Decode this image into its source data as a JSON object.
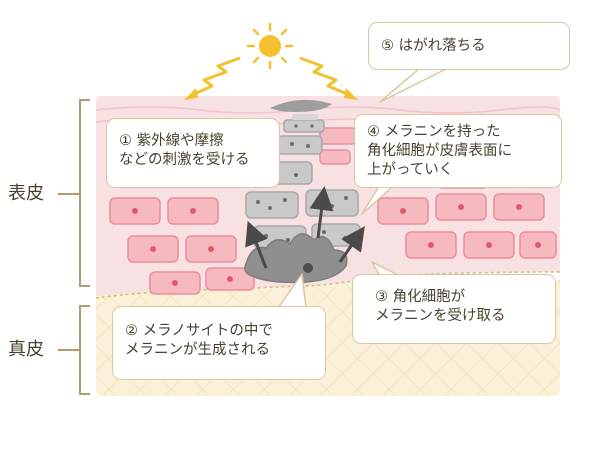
{
  "layers": {
    "epidermis": "表皮",
    "dermis": "真皮"
  },
  "steps": [
    {
      "lines": [
        "① 紫外線や摩擦",
        "などの刺激を受ける"
      ]
    },
    {
      "lines": [
        "② メラノサイトの中で",
        "メラニンが生成される"
      ]
    },
    {
      "lines": [
        "③ 角化細胞が",
        "メラニンを受け取る"
      ]
    },
    {
      "lines": [
        "④ メラニンを持った",
        "角化細胞が皮膚表面に",
        "上がっていく"
      ]
    },
    {
      "lines": [
        "⑤ はがれ落ちる"
      ]
    }
  ],
  "icons": {
    "sun": "sun-icon",
    "rays": "uv-ray-icon",
    "arrows": "upward-arrow-icon"
  },
  "colors": {
    "skin_surface": "#f7dde0",
    "cell_fill": "#f7b9c0",
    "cell_nucleus": "#e05a6c",
    "dermis": "#fbf1d9",
    "melanin_cell": "#bdbdbd",
    "melanocyte": "#8c8c8c",
    "sun": "#f5c030",
    "outline": "#c8b48c"
  }
}
